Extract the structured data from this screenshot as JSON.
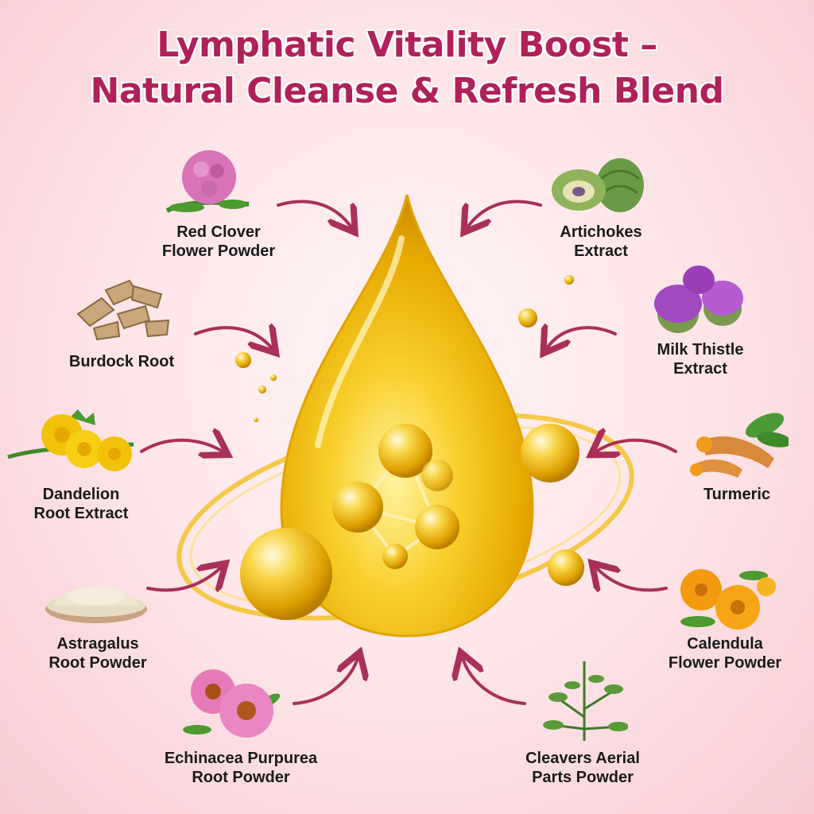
{
  "title": {
    "line1": "Lymphatic Vitality Boost –",
    "line2": "Natural Cleanse & Refresh Blend"
  },
  "ingredients": [
    {
      "line1": "Red Clover",
      "line2": "Flower Powder",
      "icon": "red-clover-flower-icon"
    },
    {
      "line1": "Artichokes",
      "line2": "Extract",
      "icon": "artichoke-icon"
    },
    {
      "line1": "Burdock Root",
      "line2": "",
      "icon": "burdock-root-icon"
    },
    {
      "line1": "Milk Thistle",
      "line2": "Extract",
      "icon": "milk-thistle-icon"
    },
    {
      "line1": "Dandelion",
      "line2": "Root Extract",
      "icon": "dandelion-icon"
    },
    {
      "line1": "Turmeric",
      "line2": "",
      "icon": "turmeric-icon"
    },
    {
      "line1": "Astragalus",
      "line2": "Root Powder",
      "icon": "astragalus-powder-icon"
    },
    {
      "line1": "Calendula",
      "line2": "Flower Powder",
      "icon": "calendula-flower-icon"
    },
    {
      "line1": "Echinacea Purpurea",
      "line2": "Root Powder",
      "icon": "echinacea-flower-icon"
    },
    {
      "line1": "Cleavers Aerial",
      "line2": "Parts Powder",
      "icon": "cleavers-plant-icon"
    }
  ],
  "colors": {
    "title": "#b0205a",
    "arrow": "#a8305a",
    "oil": "#f2b705",
    "background": "#fde3e6"
  }
}
